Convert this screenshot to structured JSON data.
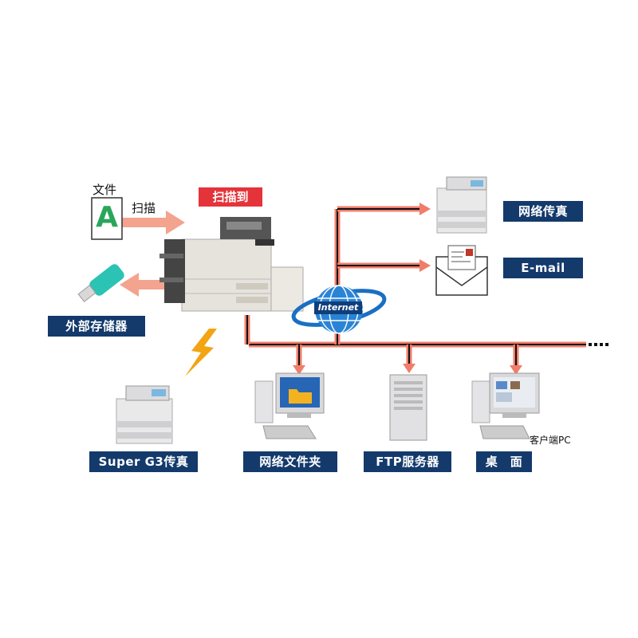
{
  "top_label": "扫描到",
  "document": {
    "caption": "文件",
    "letter": "A",
    "scan_label": "扫描"
  },
  "labels": {
    "usb": "外部存储器",
    "net_fax": "网络传真",
    "email": "E-mail",
    "g3_fax": "Super G3传真",
    "folder": "网络文件夹",
    "ftp": "FTP服务器",
    "desktop": "桌　面",
    "client_pc": "客户端PC"
  },
  "globe_text": "Internet",
  "colors": {
    "label_bg": "#133a6b",
    "accent_red": "#e5333a",
    "line_salmon": "#f07d6a",
    "lightning": "#f2a413"
  }
}
